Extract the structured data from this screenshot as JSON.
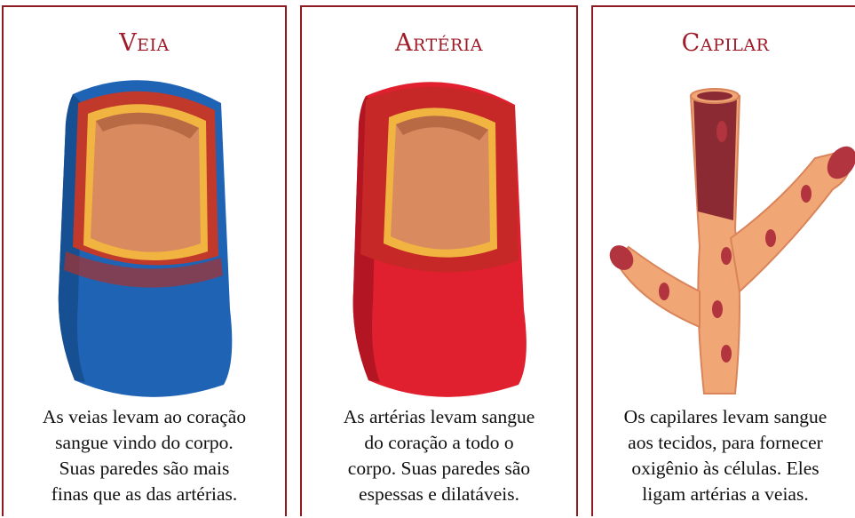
{
  "panels": [
    {
      "title": "Veia",
      "caption": [
        "As veias levam ao coração",
        "sangue vindo do corpo.",
        "Suas paredes são mais",
        "finas que as das artérias."
      ],
      "colors": {
        "outer": "#1f63b5",
        "outer_dark": "#174f93",
        "wall": "#c0392b",
        "lining": "#f2b440",
        "lumen": "#d98a5f"
      }
    },
    {
      "title": "Artéria",
      "caption": [
        "As artérias levam sangue",
        "do coração a todo o",
        "corpo. Suas paredes são",
        "espessas e dilatáveis."
      ],
      "colors": {
        "outer": "#e0202e",
        "outer_dark": "#b31622",
        "wall": "#c62828",
        "lining": "#f2b440",
        "lumen": "#d98a5f"
      }
    },
    {
      "title": "Capilar",
      "caption": [
        "Os capilares levam sangue",
        "aos tecidos, para fornecer",
        "oxigênio às células. Eles",
        "ligam artérias a veias."
      ],
      "colors": {
        "vessel": "#f0a675",
        "vessel_dark": "#d9845a",
        "cell": "#b2343f",
        "lumen": "#8c2a33"
      }
    }
  ]
}
